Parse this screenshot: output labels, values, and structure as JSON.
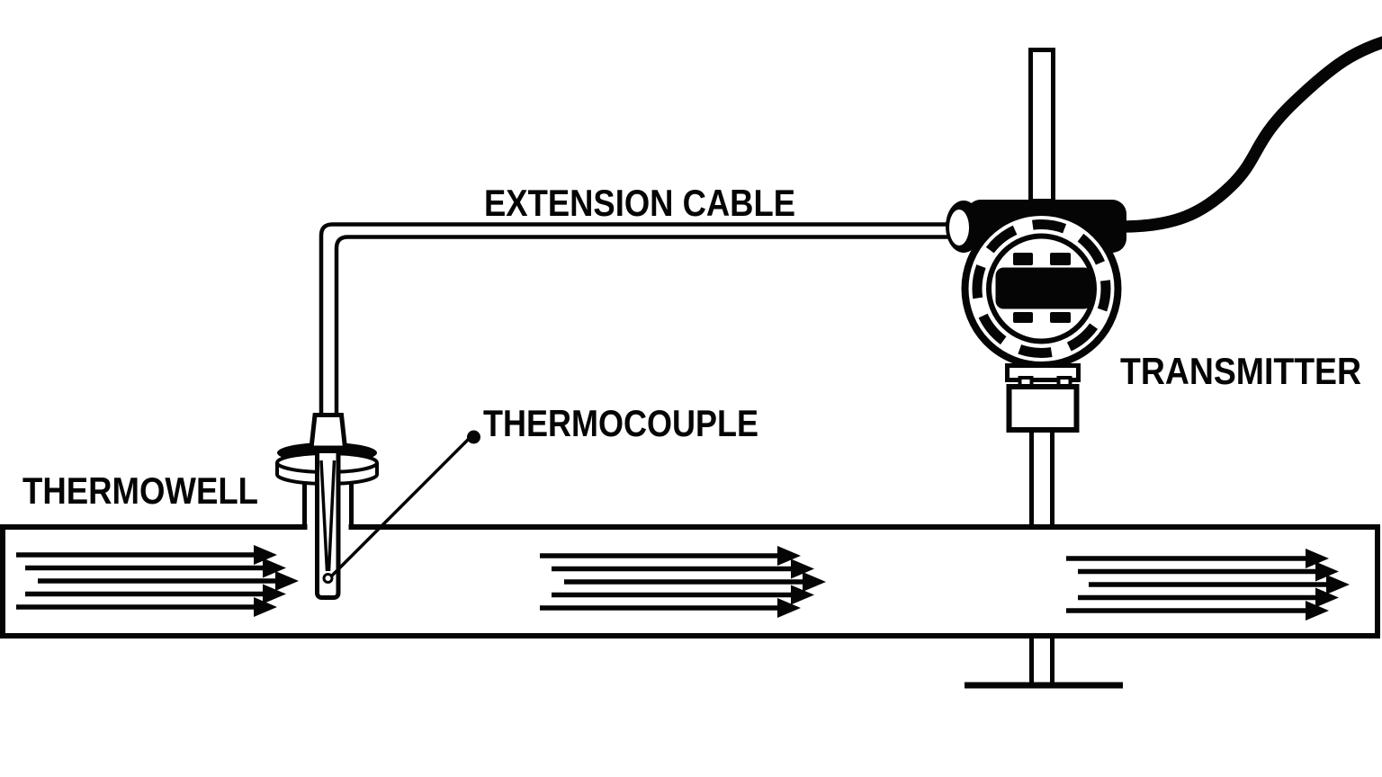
{
  "diagram": {
    "type": "temperature-measurement-instrumentation-diagram",
    "background": "#ffffff",
    "ink": "#050505",
    "labels": {
      "thermowell": "THERMOWELL",
      "thermocouple": "THERMOCOUPLE",
      "extension_cable": "EXTENSION CABLE",
      "transmitter": "TRANSMITTER"
    },
    "flow": {
      "direction": "right",
      "arrow_groups": 3,
      "arrows_per_group": 5
    }
  }
}
